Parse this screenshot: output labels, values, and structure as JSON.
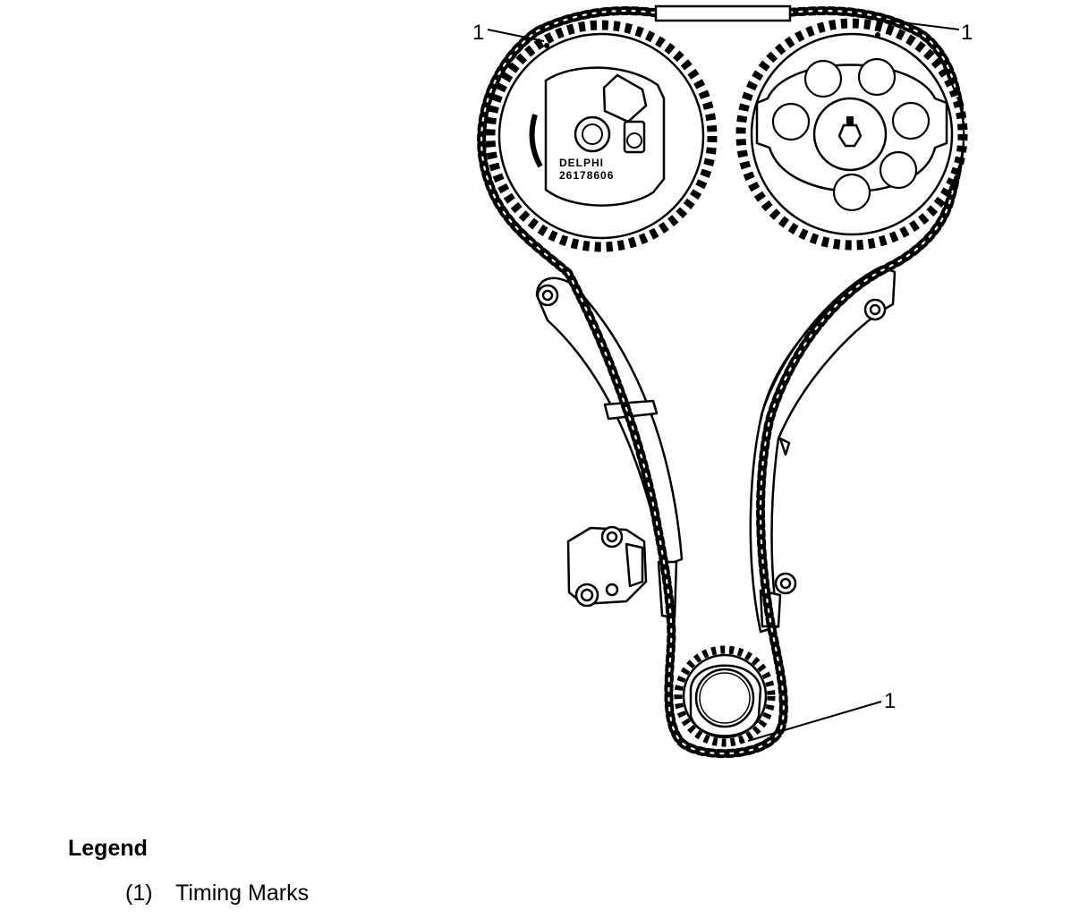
{
  "callouts": [
    "1",
    "1",
    "1"
  ],
  "cam_label": {
    "brand": "DELPHI",
    "part_number": "26178606"
  },
  "legend": {
    "title": "Legend",
    "items": [
      {
        "number": "(1)",
        "label": "Timing Marks"
      }
    ]
  }
}
